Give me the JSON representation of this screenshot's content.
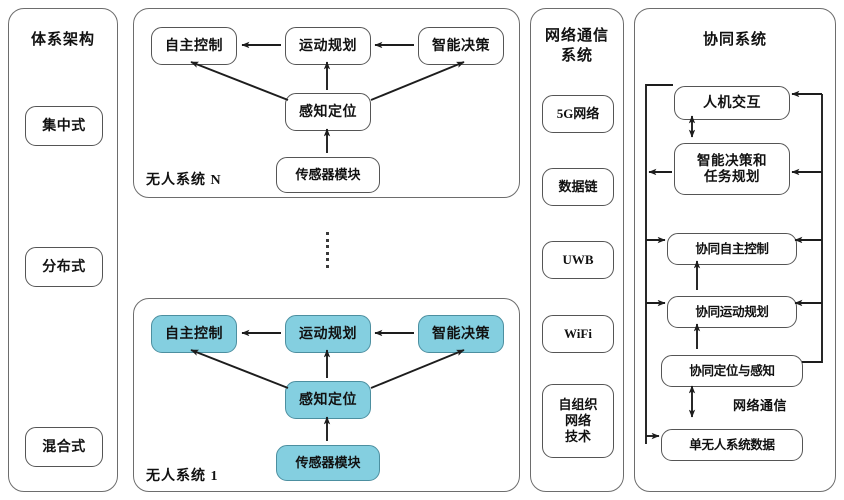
{
  "diagram": {
    "title_columns": 4,
    "colors": {
      "node_fill_default": "#ffffff",
      "node_fill_highlight": "#84cfe0",
      "border": "#555555",
      "panel_border": "#6d6d6d",
      "background": "#ffffff"
    }
  },
  "architecture_column": {
    "title": "体系架构",
    "items": [
      {
        "label": "集中式"
      },
      {
        "label": "分布式"
      },
      {
        "label": "混合式"
      }
    ]
  },
  "unmanned_systems_column": {
    "system_n": {
      "corner_label": "无人系统 N",
      "nodes": [
        {
          "id": "auto-control",
          "label": "自主控制"
        },
        {
          "id": "motion-planning",
          "label": "运动规划"
        },
        {
          "id": "smart-decision",
          "label": "智能决策"
        },
        {
          "id": "perception-localization",
          "label": "感知定位"
        },
        {
          "id": "sensor-module",
          "label": "传感器模块"
        }
      ]
    },
    "ellipsis": "⋮",
    "system_1": {
      "corner_label": "无人系统 1",
      "nodes": [
        {
          "id": "auto-control",
          "label": "自主控制"
        },
        {
          "id": "motion-planning",
          "label": "运动规划"
        },
        {
          "id": "smart-decision",
          "label": "智能决策"
        },
        {
          "id": "perception-localization",
          "label": "感知定位"
        },
        {
          "id": "sensor-module",
          "label": "传感器模块"
        }
      ]
    }
  },
  "network_column": {
    "title_line1": "网络通信",
    "title_line2": "系统",
    "items": [
      {
        "label": "5G网络"
      },
      {
        "label": "数据链"
      },
      {
        "label": "UWB"
      },
      {
        "label": "WiFi"
      },
      {
        "label": "自组织\n网络\n技术",
        "l1": "自组织",
        "l2": "网络",
        "l3": "技术"
      }
    ]
  },
  "collaboration_column": {
    "title": "协同系统",
    "nodes": [
      {
        "id": "hmi",
        "label": "人机交互"
      },
      {
        "id": "decision-task-planning",
        "l1": "智能决策和",
        "l2": "任务规划"
      },
      {
        "id": "coop-auto-control",
        "label": "协同自主控制"
      },
      {
        "id": "coop-motion-planning",
        "label": "协同运动规划"
      },
      {
        "id": "coop-localization-perception",
        "label": "协同定位与感知"
      },
      {
        "id": "single-system-data",
        "label": "单无人系统数据"
      }
    ],
    "edge_label": "网络通信"
  }
}
